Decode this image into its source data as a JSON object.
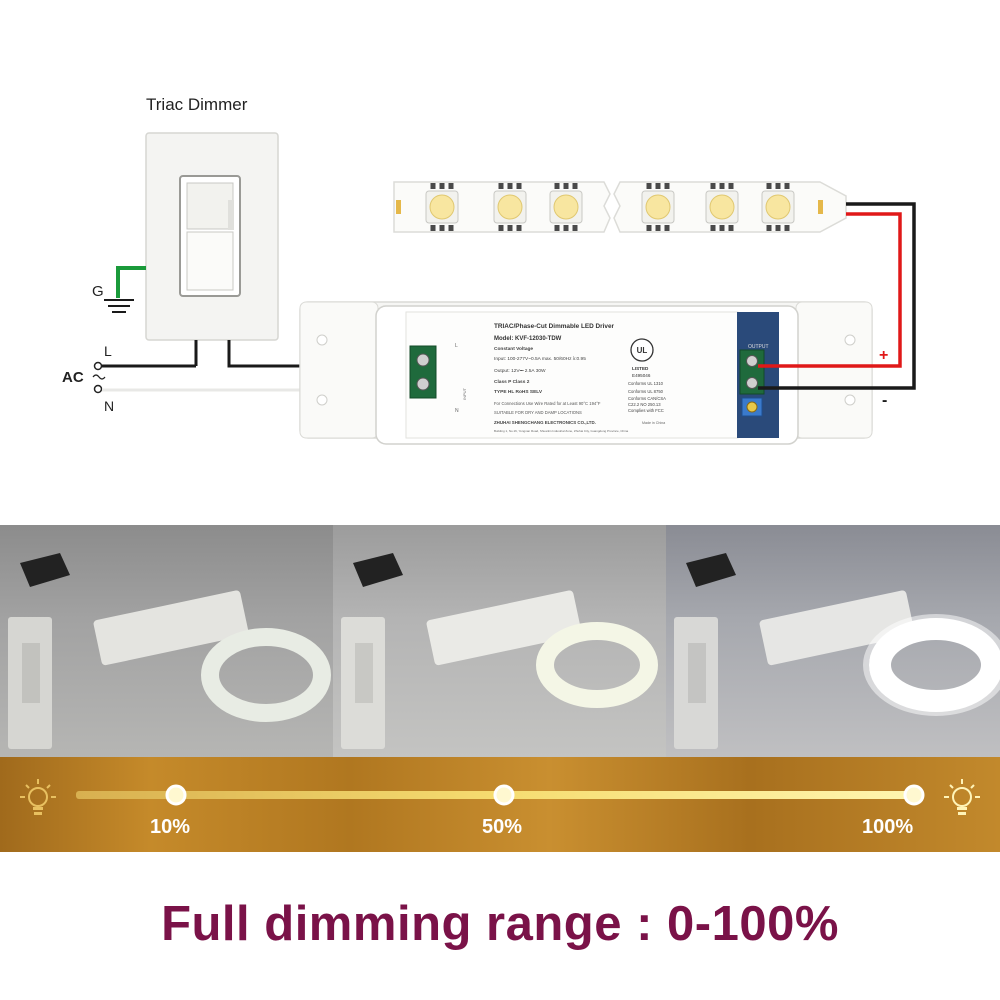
{
  "diagram": {
    "dimmer_title": "Triac Dimmer",
    "ground_label": "G",
    "ac_label": "AC",
    "line_label": "L",
    "neutral_label": "N",
    "plus_label": "+",
    "minus_label": "-",
    "driver": {
      "title": "TRIAC/Phase-Cut Dimmable LED Driver",
      "model": "Model: KVF-12030-TDW",
      "constant_voltage": "Constant Voltage",
      "input": "Input: 100-277V~0.5A max. 50/60Hz λ:0.95",
      "output": "Output: 12V⎓ 2.5A 30W",
      "class_line": "Class P     Class 2",
      "type_line": "TYPE HL     RoHS     SELV",
      "connection_note": "For Connections Use Wire Rated for at Least 90°C 194°F",
      "location_note": "SUITABLE FOR DRY AND DAMP LOCATIONS",
      "manufacturer": "ZHUHAI SHENGCHANG ELECTRONICS CO.,LTD.",
      "address": "Building 1, No.16, Yongnan Road, Shuanlin Industrial Zone, Zhuhai City, Guangdong Province, China",
      "made_in": "Made in China",
      "listed": "LISTED",
      "file_no": "E495046",
      "conform_1": "Conforms UL 1310",
      "conform_2": "Conforms UL 8750",
      "conform_3": "Conforms CAN/CSA",
      "conform_4": "C22.2 NO 250.13",
      "conform_5": "Complies with FCC",
      "input_terminal": "INPUT",
      "output_terminal": "OUTPUT",
      "input_L": "L",
      "input_N": "N"
    }
  },
  "dimming_bar": {
    "levels": [
      {
        "label": "10%",
        "value": 10
      },
      {
        "label": "50%",
        "value": 50
      },
      {
        "label": "100%",
        "value": 100
      }
    ]
  },
  "headline": "Full dimming range : 0-100%",
  "colors": {
    "headline": "#7a1248",
    "band": "#b47a24",
    "wire_red": "#e01818",
    "wire_green": "#1a9a3a",
    "wire_black": "#1a1a1a"
  }
}
